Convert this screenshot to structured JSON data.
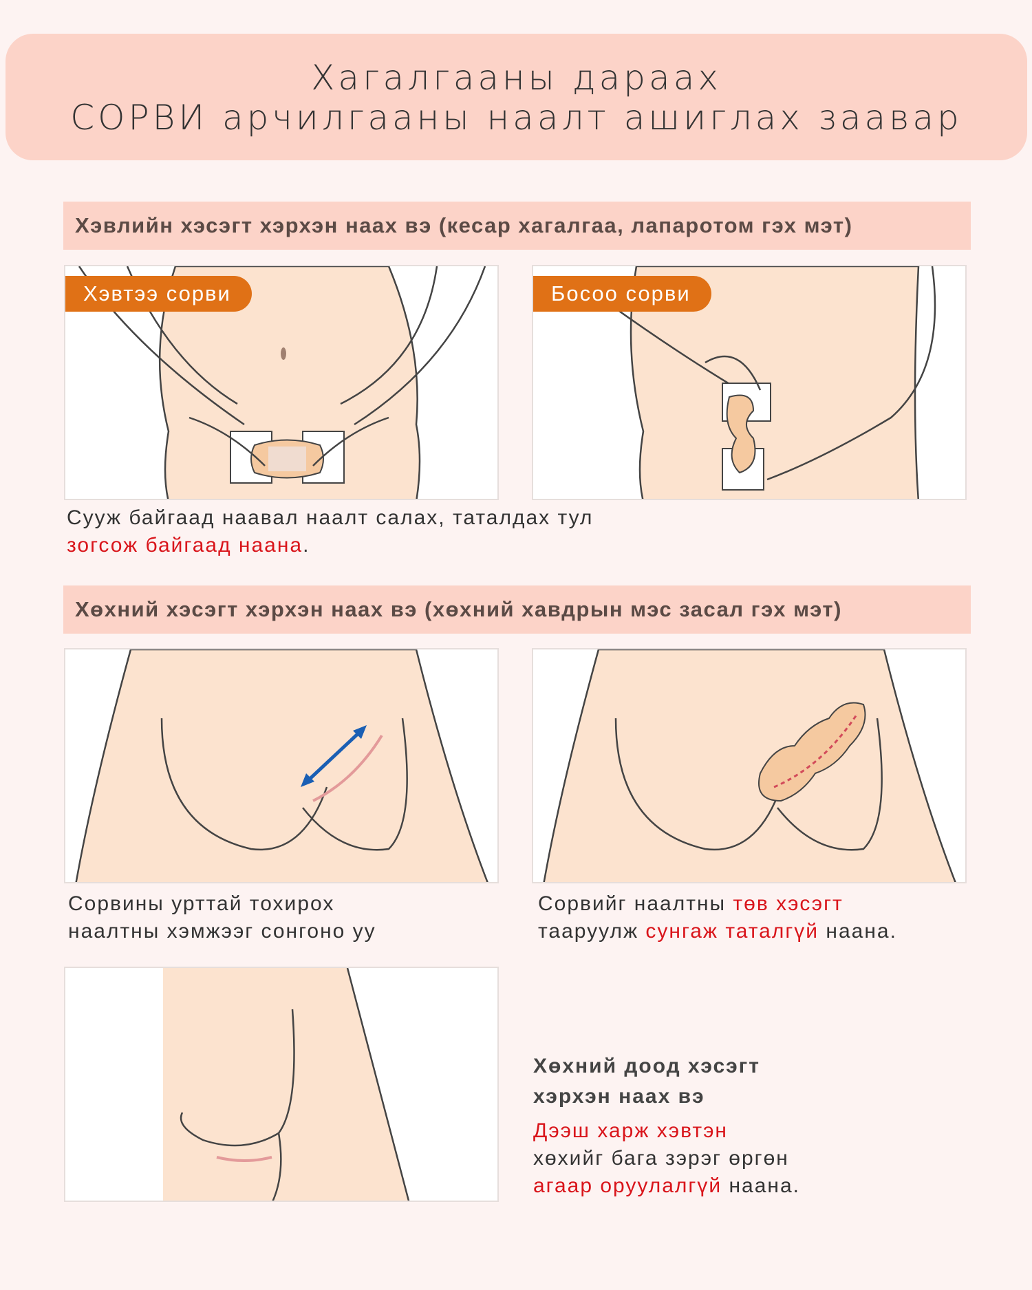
{
  "header": {
    "line1": "Хагалгааны дараах",
    "line2": "СОРВИ арчилгааны наалт ашиглах заавар"
  },
  "section1": {
    "title": "Хэвлийн хэсэгт хэрхэн наах вэ (кесар хагалгаа, лапаротом гэх мэт)",
    "panel_left_tag": "Хэвтээ сорви",
    "panel_right_tag": "Босоо сорви",
    "caption_line1": "Сууж байгаад наавал наалт салах, таталдах тул",
    "caption_line2_red": "зогсож байгаад наана",
    "caption_line2_end": "."
  },
  "section2": {
    "title": "Хөхний хэсэгт хэрхэн наах вэ (хөхний хавдрын мэс засал гэх мэт)",
    "left_caption": {
      "line1": "Сорвины урттай тохирох",
      "line2": "наалтны хэмжээг сонгоно уу"
    },
    "right_caption": {
      "l1_a": "Сорвийг наалтны ",
      "l1_red": "төв хэсэгт",
      "l2_a": "тааруулж ",
      "l2_red": "сунгаж таталгүй",
      "l2_b": " наана."
    },
    "lower": {
      "title_line1": "Хөхний доод хэсэгт",
      "title_line2": "хэрхэн наах вэ",
      "red1": "Дээш харж хэвтэн",
      "line2": "хөхийг бага зэрэг өргөн",
      "red3": "агаар оруулалгүй",
      "line3_end": " наана."
    }
  },
  "colors": {
    "background": "#fdf3f2",
    "header": "#fcd3c8",
    "orange": "#e07116",
    "red": "#d9151b",
    "skin": "#fce3cf"
  }
}
